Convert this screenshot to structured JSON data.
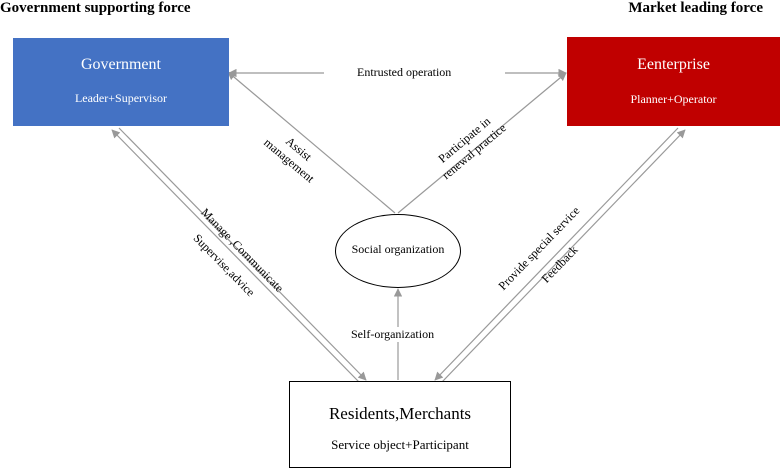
{
  "headings": {
    "left": "Government supporting force",
    "right": "Market leading force"
  },
  "nodes": {
    "government": {
      "name": "Government",
      "role": "Leader+Supervisor"
    },
    "enterprise": {
      "name": "Eenterprise",
      "role": "Planner+Operator"
    },
    "social": {
      "name": "Social organization"
    },
    "residents": {
      "name": "Residents,Merchants",
      "role": "Service object+Participant"
    }
  },
  "edges": {
    "entrusted": "Entrusted operation",
    "assist_1": "Assist",
    "assist_2": "management",
    "participate_1": "Participate in",
    "participate_2": "renewal practice",
    "manage": "Manage ,Communicate",
    "supervise": "Supervise,advice",
    "provide": "Provide special service",
    "feedback": "Feedback",
    "self_org": "Self-organization"
  },
  "colors": {
    "government_fill": "#4472c4",
    "enterprise_fill": "#c00000",
    "arrow": "#999999"
  }
}
